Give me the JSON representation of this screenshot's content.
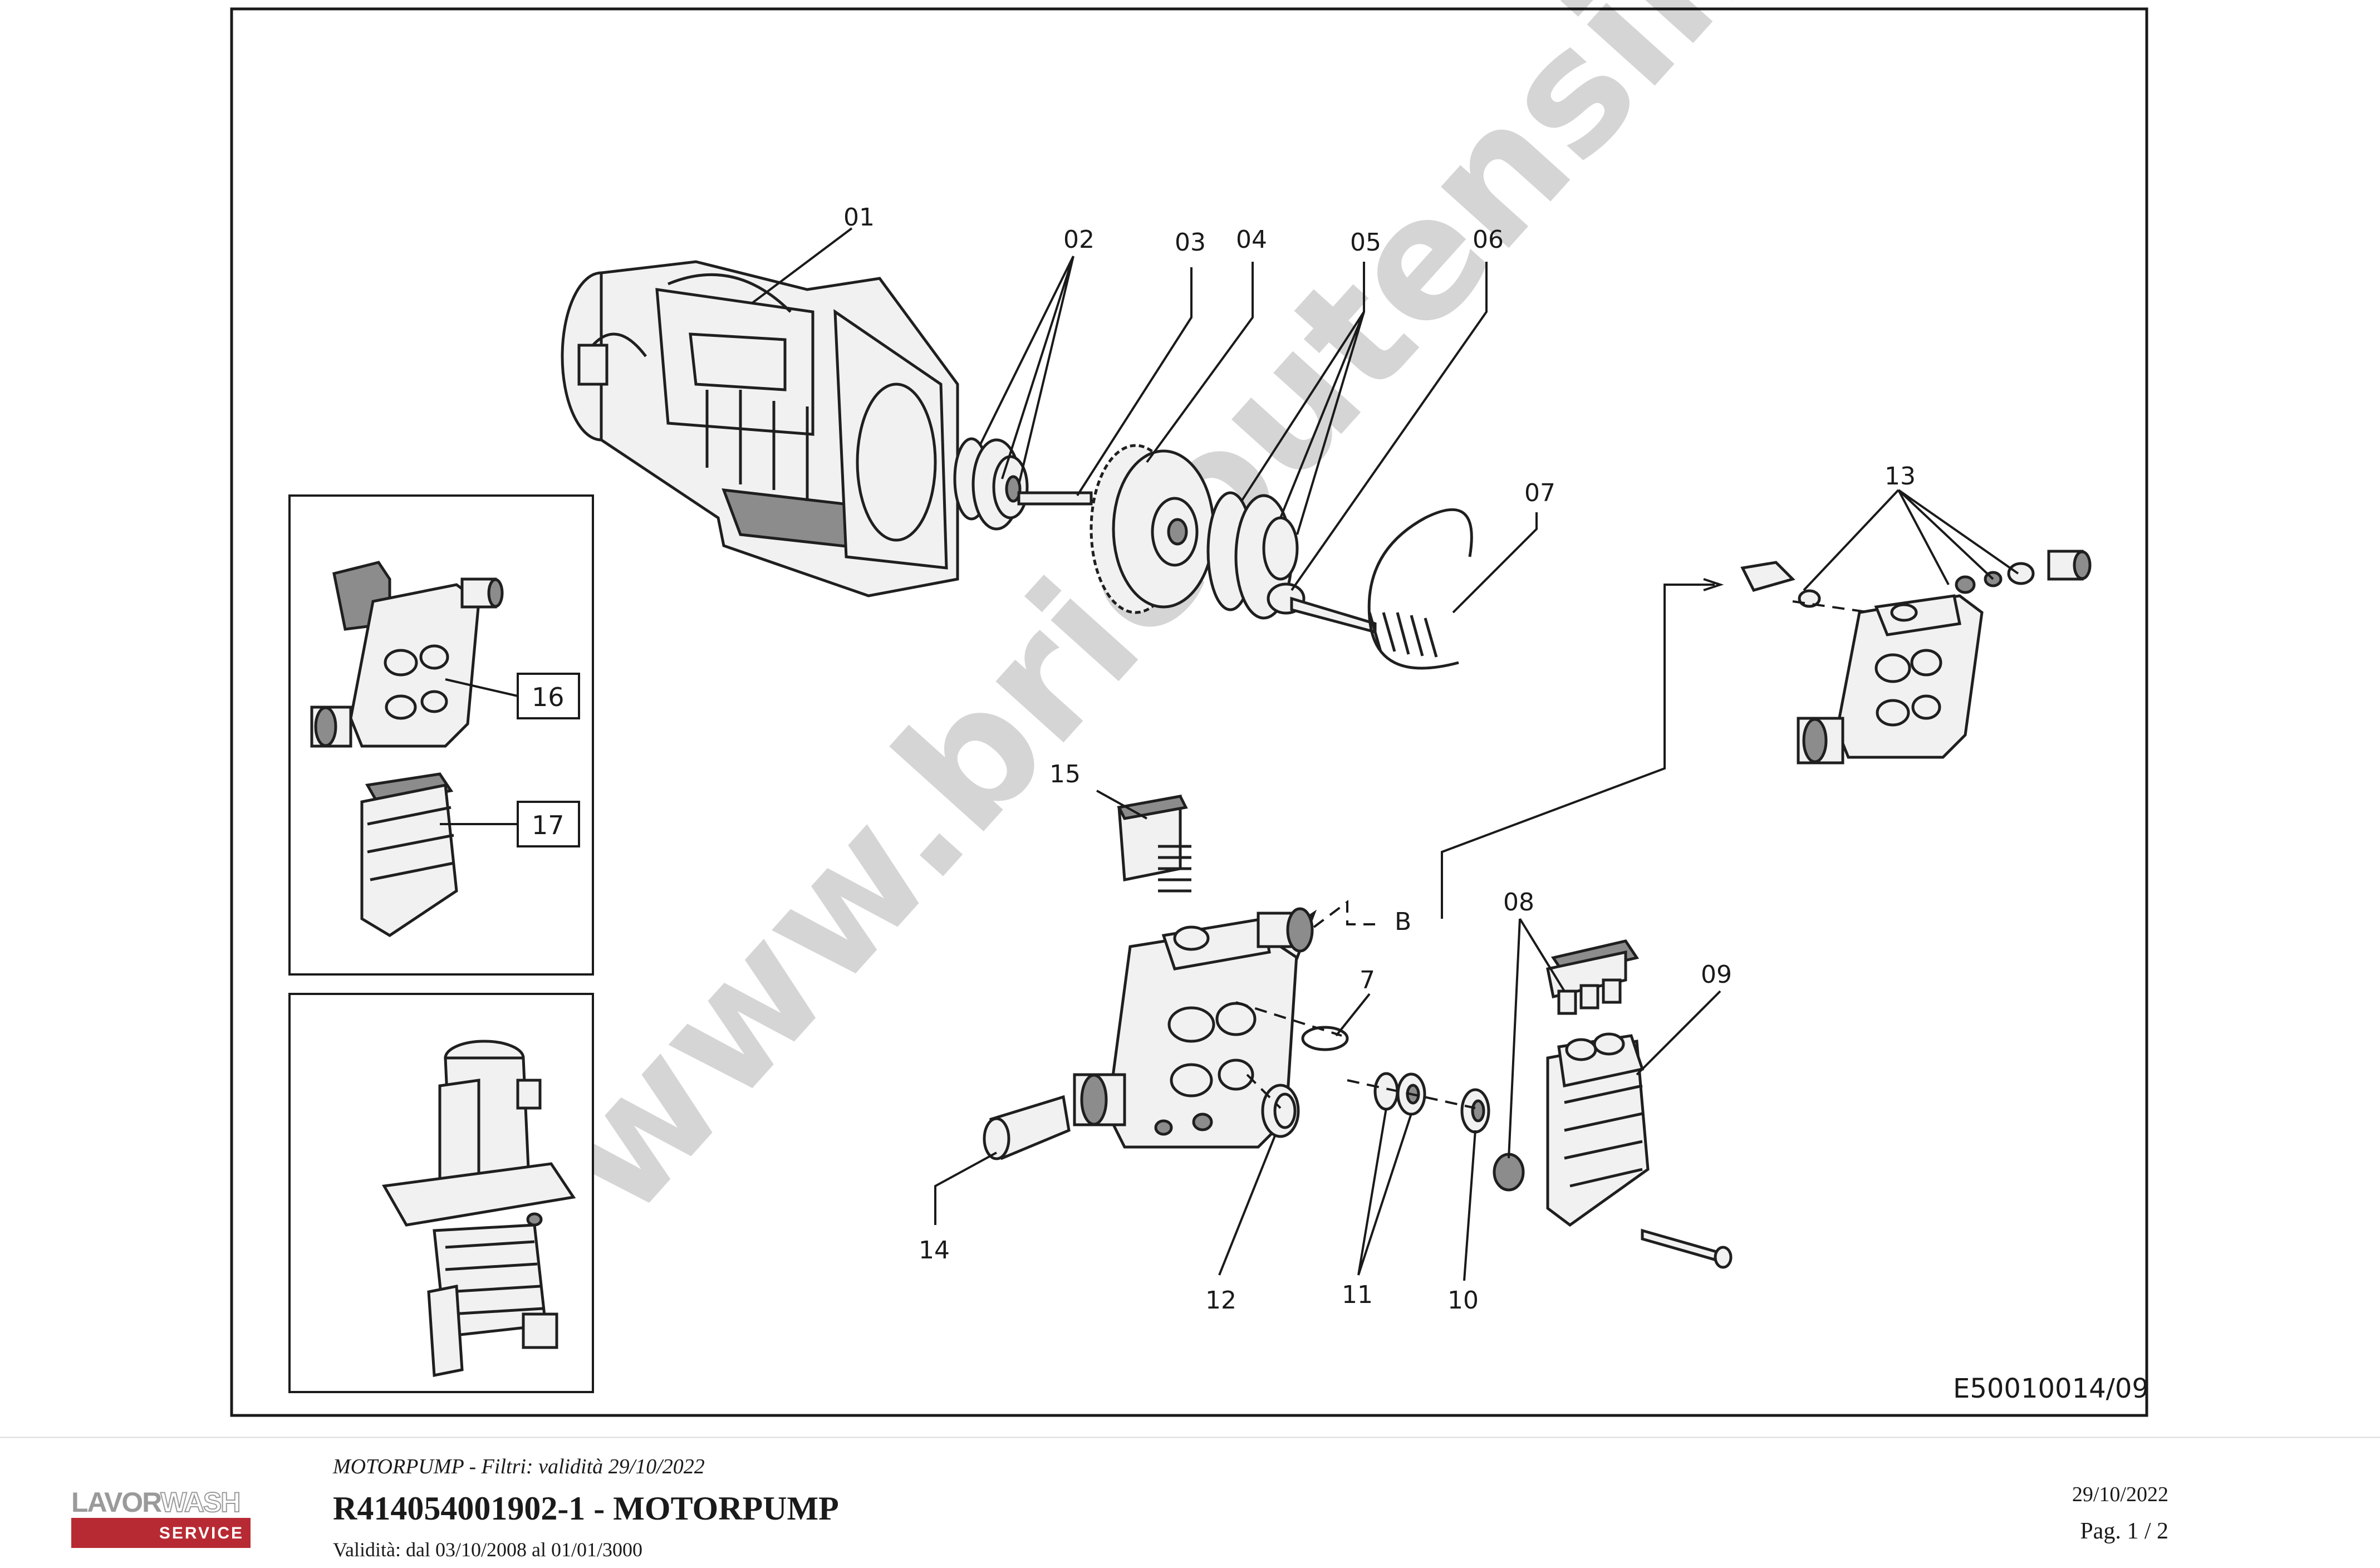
{
  "diagram": {
    "callouts": {
      "c01": "01",
      "c02": "02",
      "c03": "03",
      "c04": "04",
      "c05": "05",
      "c06": "06",
      "c07": "07",
      "c08": "08",
      "c09": "09",
      "c7": "7",
      "c10": "10",
      "c11": "11",
      "c12": "12",
      "c13": "13",
      "c14": "14",
      "c15": "15",
      "cB": "B"
    },
    "boxes": {
      "b16": "16",
      "b17": "17"
    },
    "drawing_code": "E50010014/09",
    "watermark": "www.bricoutensili.com"
  },
  "footer": {
    "logo_brand": "LAVOR",
    "logo_wash": "WASH",
    "logo_service": "SERVICE",
    "filter_line": "MOTORPUMP - Filtri: validità 29/10/2022",
    "title": "R414054001902-1 - MOTORPUMP",
    "validity": "Validità: dal 03/10/2008 al 01/01/3000",
    "date": "29/10/2022",
    "page": "Pag. 1 / 2"
  }
}
